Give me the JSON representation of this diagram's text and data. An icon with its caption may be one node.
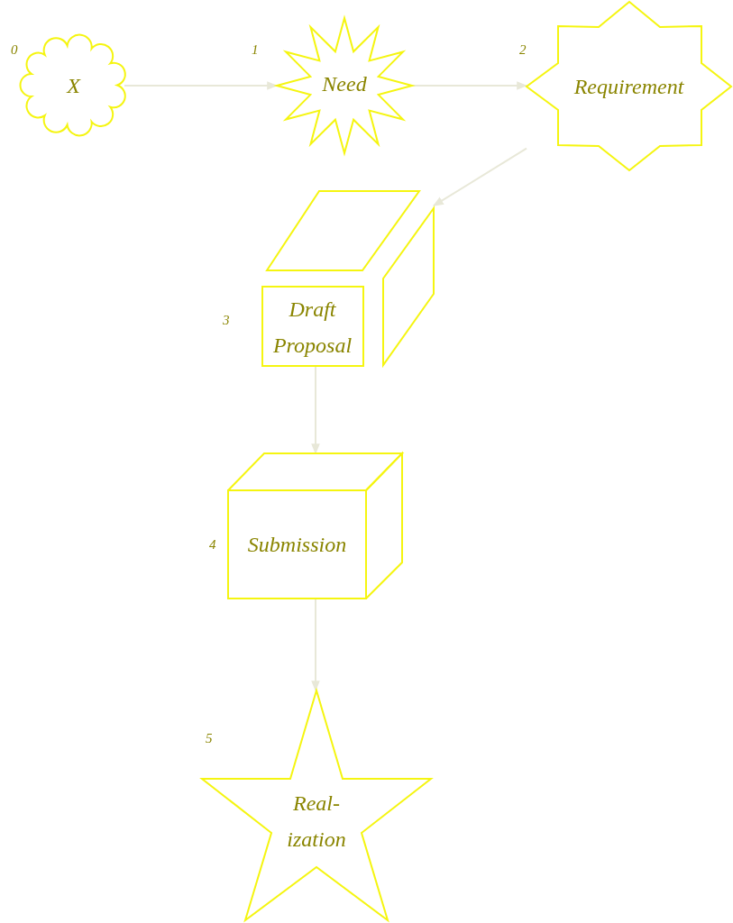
{
  "diagram": {
    "nodes": [
      {
        "text": [
          "X"
        ],
        "beside": [
          "0"
        ]
      },
      {
        "text": [
          "Need"
        ],
        "beside": [
          "1"
        ]
      },
      {
        "text": [
          "Requirement"
        ],
        "beside": [
          "2"
        ]
      },
      {
        "text": [
          "Draft Proposal"
        ],
        "beside": [
          "3"
        ]
      },
      {
        "text": [
          "Submission"
        ],
        "beside": [
          "4"
        ]
      },
      {
        "text": [
          "Real- ization"
        ],
        "beside": [
          "5"
        ]
      }
    ],
    "edges": [
      {
        "from": 0,
        "to": 1,
        "arrow": "to"
      },
      {
        "from": 1,
        "to": 2,
        "arrow": "to"
      },
      {
        "from": 2,
        "to": 3,
        "arrow": "to"
      },
      {
        "from": 3,
        "to": 4,
        "arrow": "to"
      },
      {
        "from": 4,
        "to": 5,
        "arrow": "to"
      }
    ]
  }
}
